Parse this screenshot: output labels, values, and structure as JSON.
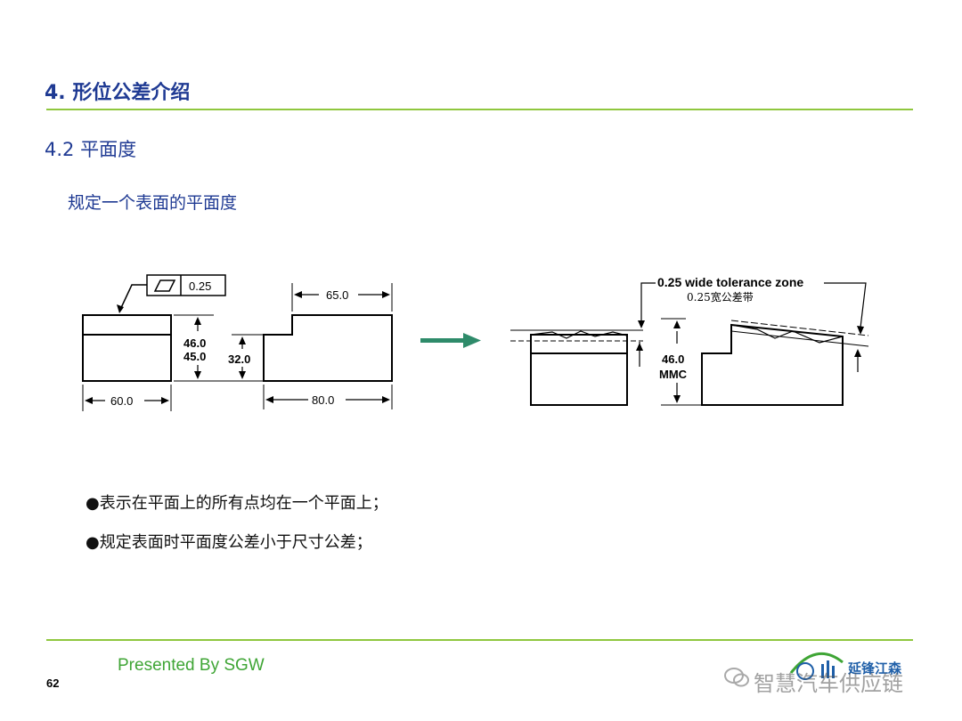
{
  "header": {
    "title": "4. 形位公差介绍"
  },
  "section": {
    "title": "4.2 平面度"
  },
  "intro": "规定一个表面的平面度",
  "drawing": {
    "frame_value": "0.25",
    "dims": {
      "d650": "65.0",
      "d460": "46.0",
      "d450": "45.0",
      "d320": "32.0",
      "d600": "60.0",
      "d800": "80.0"
    },
    "zone_label": "0.25 wide tolerance zone",
    "zone_label_cn": "0.25宽公差带",
    "mmc_value": "46.0",
    "mmc_label": "MMC"
  },
  "bullets": [
    "●表示在平面上的所有点均在一个平面上；",
    "●规定表面时平面度公差小于尺寸公差；"
  ],
  "footer": {
    "presented_by": "Presented By SGW",
    "page_number": "62",
    "logo_text": "延锋江森",
    "watermark": "智慧汽车供应链"
  },
  "colors": {
    "title": "#1f3a93",
    "rule": "#8fc73e",
    "arrow": "#2e8b6a",
    "footer_text": "#3fa535"
  }
}
